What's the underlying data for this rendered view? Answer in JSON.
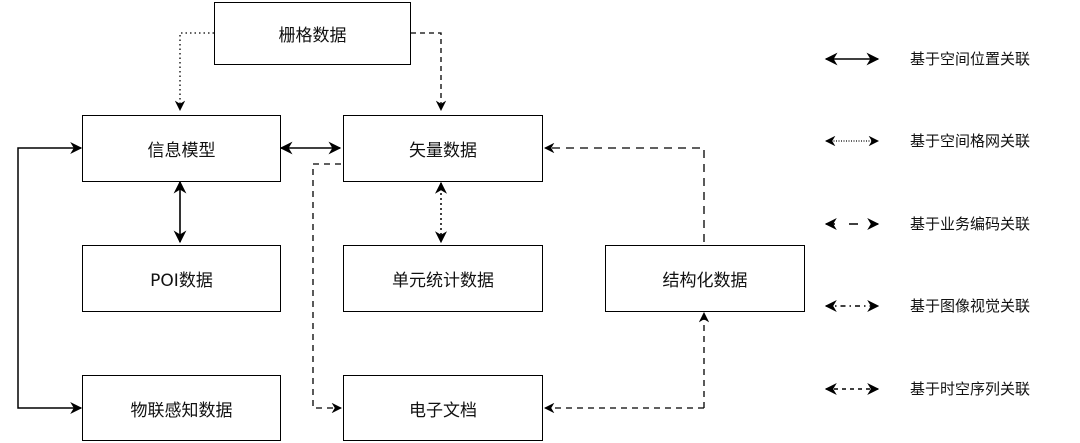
{
  "nodes": {
    "raster": "栅格数据",
    "info_model": "信息模型",
    "vector": "矢量数据",
    "poi": "POI数据",
    "unit_stats": "单元统计数据",
    "structured": "结构化数据",
    "iot": "物联感知数据",
    "e_doc": "电子文档"
  },
  "legend": [
    {
      "label": "基于空间位置关联",
      "style": "solid"
    },
    {
      "label": "基于空间格网关联",
      "style": "dotted-fine"
    },
    {
      "label": "基于业务编码关联",
      "style": "wide-dash"
    },
    {
      "label": "基于图像视觉关联",
      "style": "dot-dash"
    },
    {
      "label": "基于时空序列关联",
      "style": "dashed"
    }
  ]
}
